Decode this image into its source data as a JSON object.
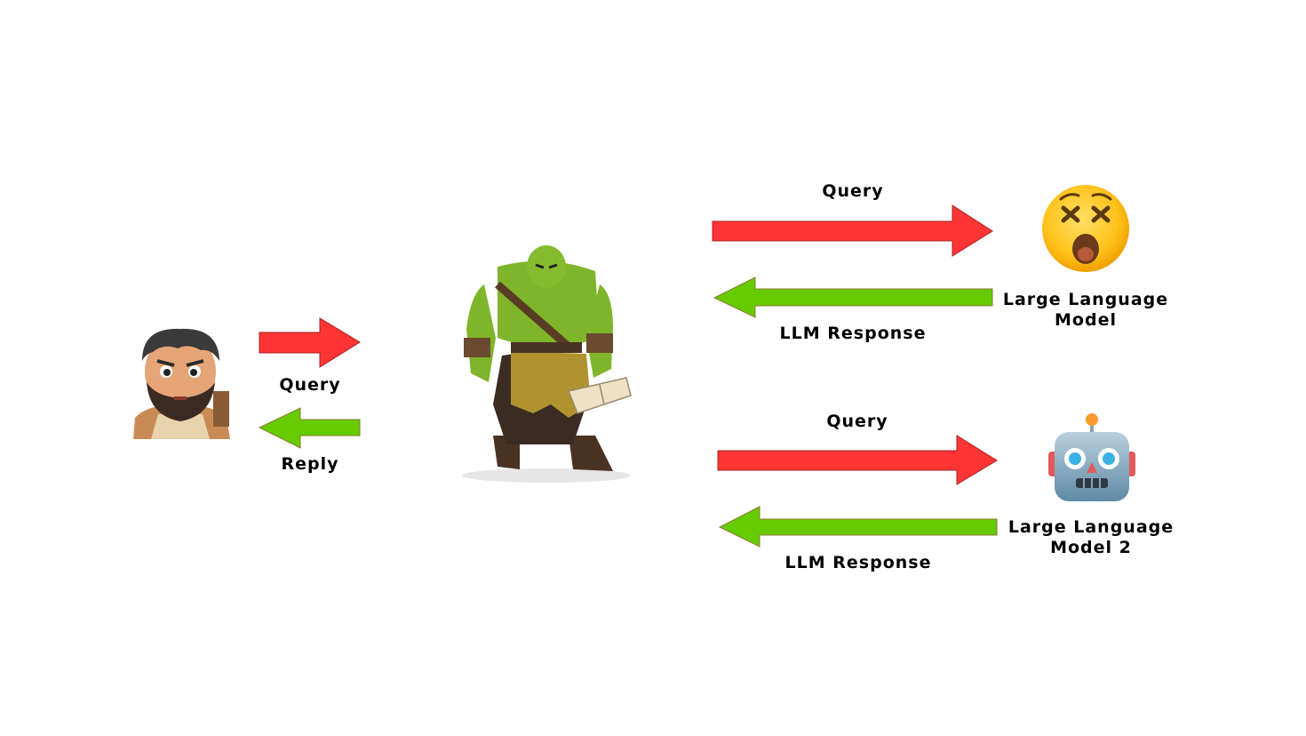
{
  "colors": {
    "query_arrow": "#ff3535",
    "response_arrow": "#66cc00",
    "arrow_outline": "#aa2020",
    "response_outline": "#8a7a30"
  },
  "icons": {
    "user": "bearded-man-avatar-icon",
    "agent": "orc-warrior-with-book-icon",
    "llm1": "dizzy-face-emoji-icon",
    "llm2": "robot-face-emoji-icon"
  },
  "user_link": {
    "query_label": "Query",
    "reply_label": "Reply"
  },
  "llm1_link": {
    "query_label": "Query",
    "response_label": "LLM Response"
  },
  "llm2_link": {
    "query_label": "Query",
    "response_label": "LLM Response"
  },
  "llm1": {
    "name": "Large Language Model"
  },
  "llm2": {
    "name": "Large Language Model 2"
  }
}
